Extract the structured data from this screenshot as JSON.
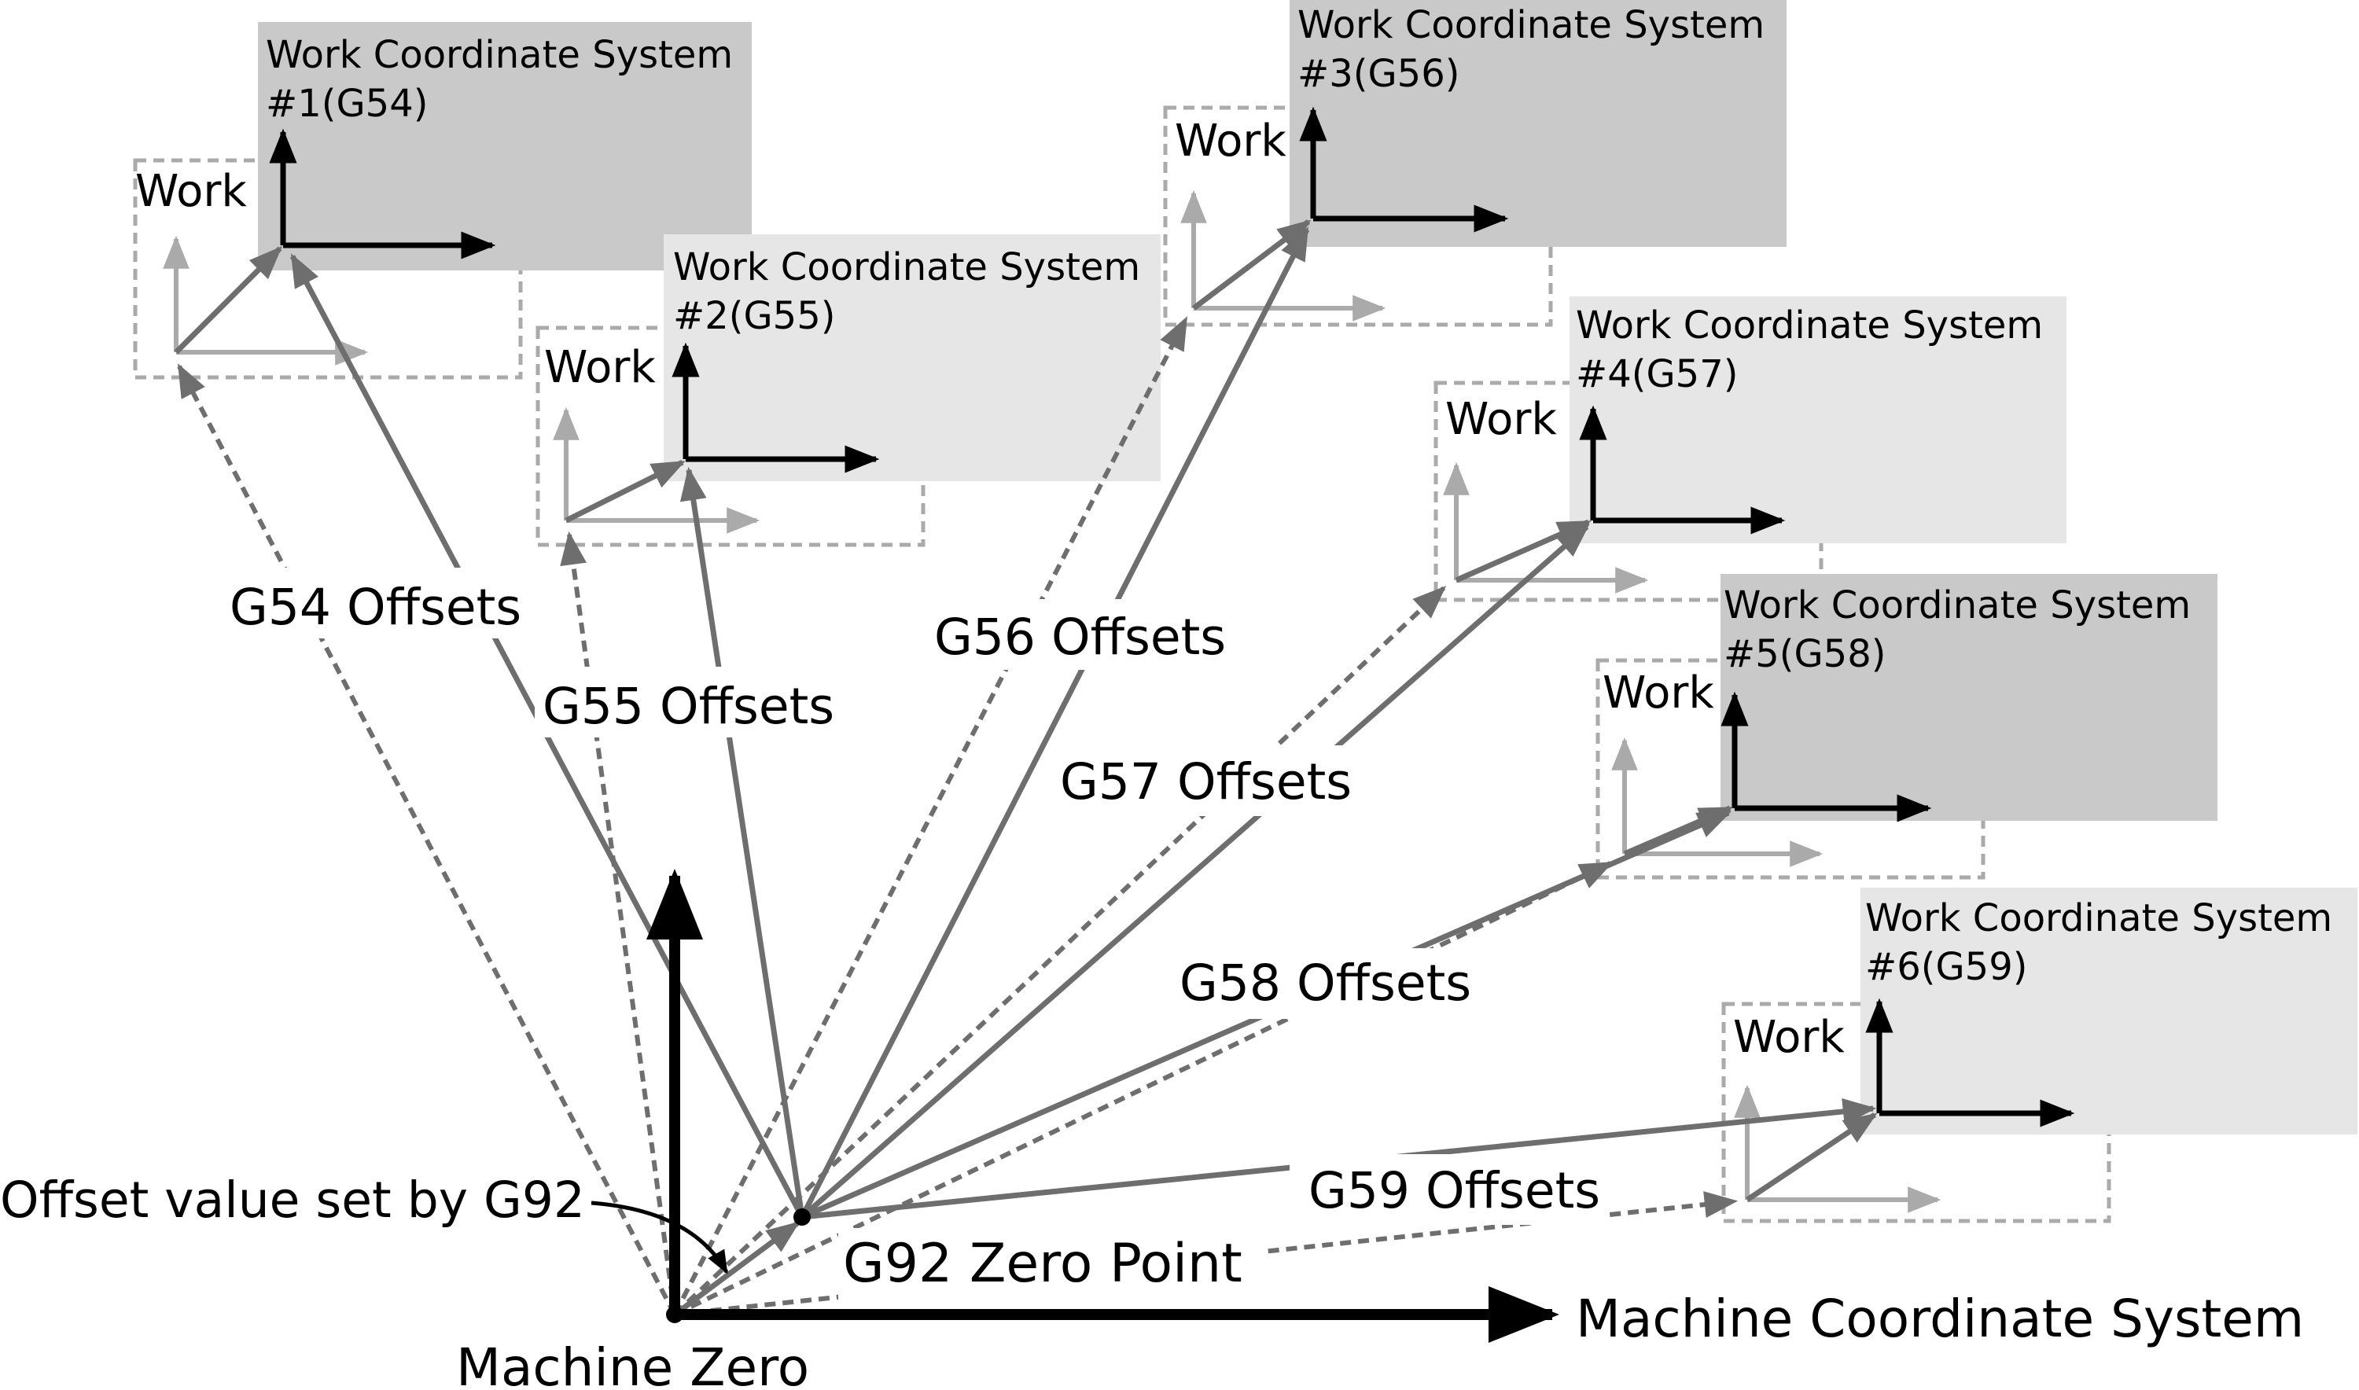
{
  "labels": {
    "machine_coordinate_system": "Machine Coordinate System",
    "machine_zero": "Machine Zero",
    "g92_zero_point": "G92 Zero Point",
    "g92_offset_value": "Offset value set by G92",
    "work": "Work"
  },
  "work_coordinate_systems": [
    {
      "line1": "Work Coordinate System",
      "line2": "#1(G54)",
      "offset_label": "G54 Offsets",
      "shade": "#c9c9c9"
    },
    {
      "line1": "Work Coordinate System",
      "line2": "#2(G55)",
      "offset_label": "G55 Offsets",
      "shade": "#e6e6e6"
    },
    {
      "line1": "Work Coordinate System",
      "line2": "#3(G56)",
      "offset_label": "G56 Offsets",
      "shade": "#c9c9c9"
    },
    {
      "line1": "Work Coordinate System",
      "line2": "#4(G57)",
      "offset_label": "G57 Offsets",
      "shade": "#e6e6e6"
    },
    {
      "line1": "Work Coordinate System",
      "line2": "#5(G58)",
      "offset_label": "G58 Offsets",
      "shade": "#c9c9c9"
    },
    {
      "line1": "Work Coordinate System",
      "line2": "#6(G59)",
      "offset_label": "G59 Offsets",
      "shade": "#e6e6e6"
    }
  ],
  "colors": {
    "axis": "#000000",
    "solid_offset": "#6e6e6e",
    "dashed_offset": "#6e6e6e",
    "ghost_axis": "#aaaaaa",
    "dashed_frame": "#aaaaaa"
  }
}
